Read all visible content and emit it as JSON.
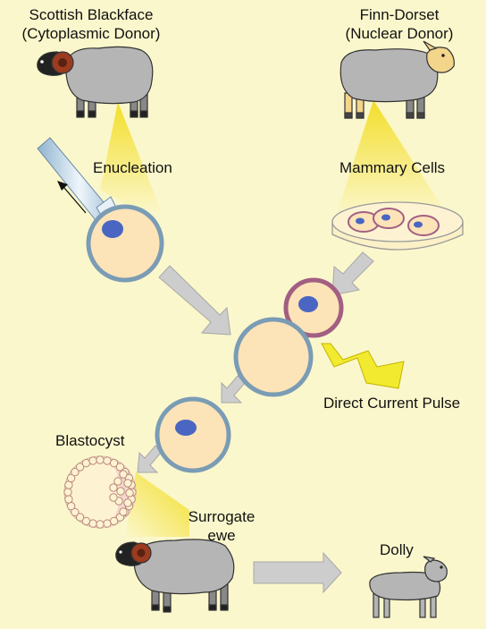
{
  "labels": {
    "cytoplasmic_donor_line1": "Scottish Blackface",
    "cytoplasmic_donor_line2": "(Cytoplasmic Donor)",
    "nuclear_donor_line1": "Finn-Dorset",
    "nuclear_donor_line2": "(Nuclear Donor)",
    "enucleation": "Enucleation",
    "mammary_cells": "Mammary Cells",
    "direct_current_pulse": "Direct Current Pulse",
    "blastocyst": "Blastocyst",
    "surrogate_line1": "Surrogate",
    "surrogate_line2": "ewe",
    "dolly": "Dolly"
  },
  "colors": {
    "background": "#fbf7cc",
    "egg_fill": "#fde3b8",
    "egg_border": "#7a9cb4",
    "donor_cell_border": "#a25f82",
    "nucleus": "#4a66c2",
    "light_beam": "#f3de2a",
    "sheep_body": "#b5b5b5",
    "blackface_head": "#222222",
    "horn": "#9b3b1f",
    "finn_dorset_face": "#f3d58b",
    "arrow": "#cdcdcd",
    "lightning": "#f1ea2f"
  },
  "icons": [
    "scottish-blackface-sheep-icon",
    "finn-dorset-sheep-icon",
    "micropipette-icon",
    "petri-dish-icon",
    "lightning-bolt-icon",
    "surrogate-ewe-icon",
    "dolly-lamb-icon"
  ]
}
